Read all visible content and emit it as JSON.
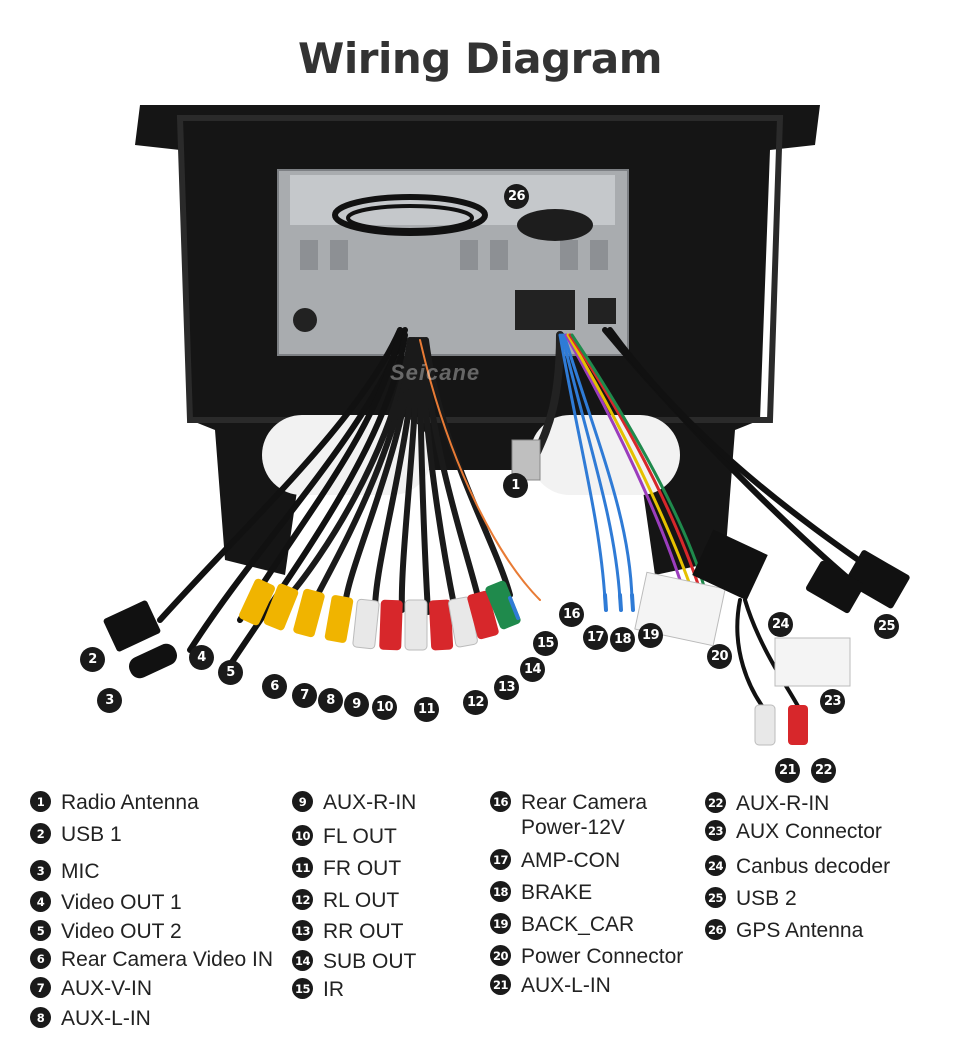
{
  "title": "Wiring Diagram",
  "watermark": "Seicane",
  "callouts": [
    "1",
    "2",
    "3",
    "4",
    "5",
    "6",
    "7",
    "8",
    "9",
    "10",
    "11",
    "12",
    "13",
    "14",
    "15",
    "16",
    "17",
    "18",
    "19",
    "20",
    "21",
    "22",
    "23",
    "24",
    "25",
    "26"
  ],
  "legend": {
    "col1": [
      {
        "num": "1",
        "label": "Radio Antenna"
      },
      {
        "num": "2",
        "label": "USB 1"
      },
      {
        "num": "3",
        "label": "MIC"
      },
      {
        "num": "4",
        "label": "Video OUT 1"
      },
      {
        "num": "5",
        "label": "Video OUT 2"
      },
      {
        "num": "6",
        "label": "Rear Camera Video IN"
      },
      {
        "num": "7",
        "label": "AUX-V-IN"
      },
      {
        "num": "8",
        "label": "AUX-L-IN"
      }
    ],
    "col2": [
      {
        "num": "9",
        "label": "AUX-R-IN"
      },
      {
        "num": "10",
        "label": "FL OUT"
      },
      {
        "num": "11",
        "label": "FR OUT"
      },
      {
        "num": "12",
        "label": "RL OUT"
      },
      {
        "num": "13",
        "label": "RR OUT"
      },
      {
        "num": "14",
        "label": "SUB OUT"
      },
      {
        "num": "15",
        "label": "IR"
      }
    ],
    "col3": [
      {
        "num": "16",
        "label": "Rear Camera\nPower-12V"
      },
      {
        "num": "17",
        "label": "AMP-CON"
      },
      {
        "num": "18",
        "label": "BRAKE"
      },
      {
        "num": "19",
        "label": "BACK_CAR"
      },
      {
        "num": "20",
        "label": "Power Connector"
      },
      {
        "num": "21",
        "label": "AUX-L-IN"
      }
    ],
    "col4": [
      {
        "num": "22",
        "label": "AUX-R-IN"
      },
      {
        "num": "23",
        "label": "AUX Connector"
      },
      {
        "num": "24",
        "label": "Canbus decoder"
      },
      {
        "num": "25",
        "label": "USB 2"
      },
      {
        "num": "26",
        "label": "GPS Antenna"
      }
    ]
  },
  "colors": {
    "frame": "#151515",
    "unit": "#a9acaf",
    "yellow": "#f0b400",
    "red": "#d7272b",
    "white": "#e8e8e8",
    "green": "#1f8a4c",
    "blue": "#2f7bd6",
    "badge": "#1a1a1a"
  }
}
